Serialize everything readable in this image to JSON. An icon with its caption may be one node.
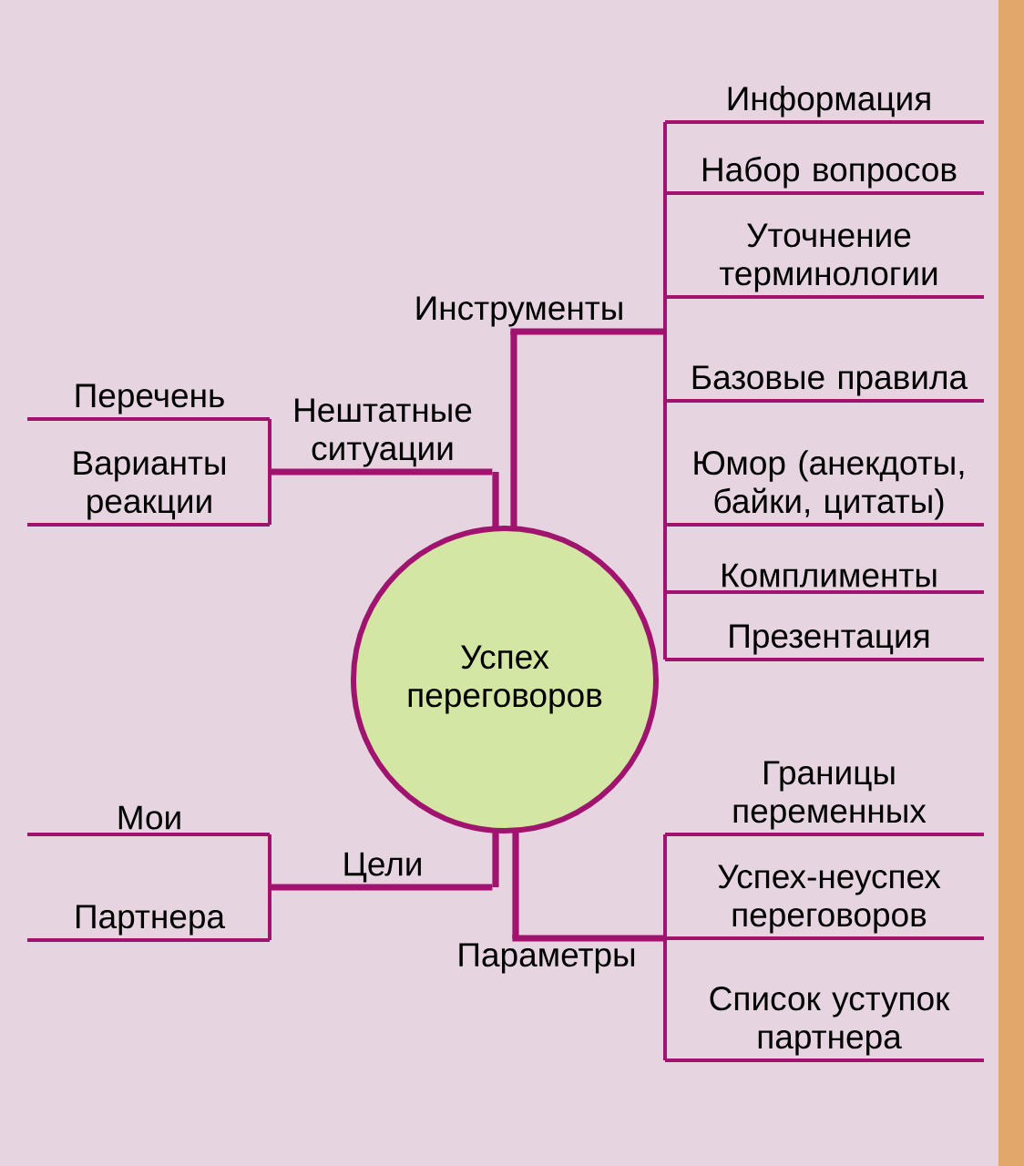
{
  "diagram": {
    "nodes": [
      {
        "text": [
          "Успех переговоров"
        ]
      },
      {
        "text": [
          "Инструменты"
        ]
      },
      {
        "text": [
          "Информация"
        ]
      },
      {
        "text": [
          "Набор вопросов"
        ]
      },
      {
        "text": [
          "Уточнение терминологии"
        ]
      },
      {
        "text": [
          "Базовые правила"
        ]
      },
      {
        "text": [
          "Юмор (анекдоты, байки, цитаты)"
        ]
      },
      {
        "text": [
          "Комплименты"
        ]
      },
      {
        "text": [
          "Презентация"
        ]
      },
      {
        "text": [
          "Нештатные ситуации"
        ]
      },
      {
        "text": [
          "Перечень"
        ]
      },
      {
        "text": [
          "Варианты реакции"
        ]
      },
      {
        "text": [
          "Цели"
        ]
      },
      {
        "text": [
          "Мои"
        ]
      },
      {
        "text": [
          "Партнера"
        ]
      },
      {
        "text": [
          "Параметры"
        ]
      },
      {
        "text": [
          "Границы переменных"
        ]
      },
      {
        "text": [
          "Успех-неуспех переговоров"
        ]
      },
      {
        "text": [
          "Список уступок партнера"
        ]
      }
    ],
    "edges": [
      {
        "from": 0,
        "to": 1,
        "arrow": "none",
        "style": "thick"
      },
      {
        "from": 1,
        "to": 2,
        "arrow": "none"
      },
      {
        "from": 1,
        "to": 3,
        "arrow": "none"
      },
      {
        "from": 1,
        "to": 4,
        "arrow": "none"
      },
      {
        "from": 1,
        "to": 5,
        "arrow": "none"
      },
      {
        "from": 1,
        "to": 6,
        "arrow": "none"
      },
      {
        "from": 1,
        "to": 7,
        "arrow": "none"
      },
      {
        "from": 1,
        "to": 8,
        "arrow": "none"
      },
      {
        "from": 0,
        "to": 9,
        "arrow": "none",
        "style": "thick"
      },
      {
        "from": 9,
        "to": 10,
        "arrow": "none"
      },
      {
        "from": 9,
        "to": 11,
        "arrow": "none"
      },
      {
        "from": 0,
        "to": 12,
        "arrow": "none",
        "style": "thick"
      },
      {
        "from": 12,
        "to": 13,
        "arrow": "none"
      },
      {
        "from": 12,
        "to": 14,
        "arrow": "none"
      },
      {
        "from": 0,
        "to": 15,
        "arrow": "none",
        "style": "thick"
      },
      {
        "from": 15,
        "to": 16,
        "arrow": "none"
      },
      {
        "from": 15,
        "to": 17,
        "arrow": "none"
      },
      {
        "from": 15,
        "to": 18,
        "arrow": "none"
      }
    ]
  }
}
